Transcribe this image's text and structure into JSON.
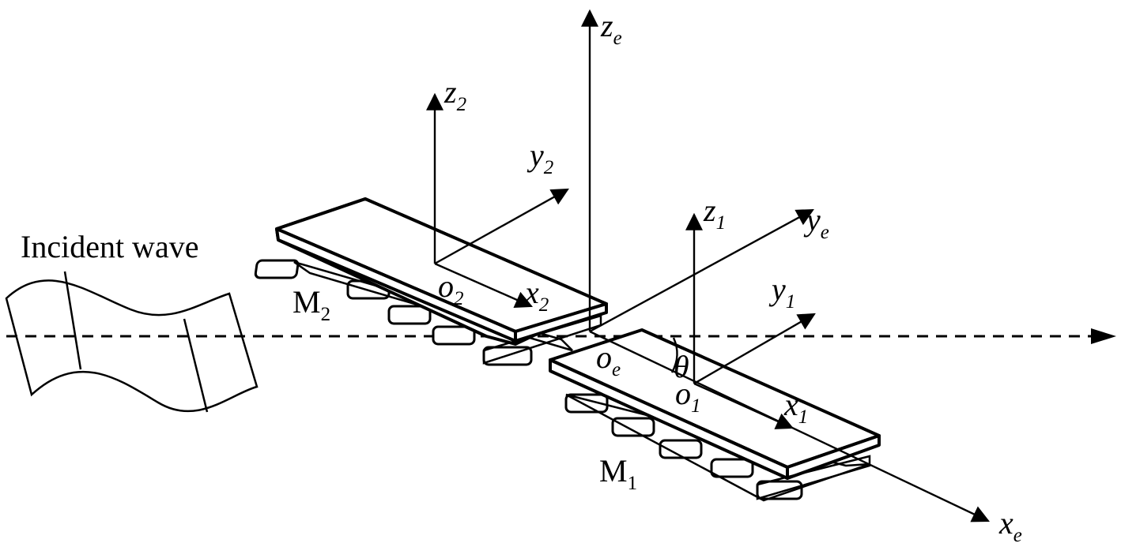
{
  "incident_wave_label": "Incident wave",
  "axes": {
    "ze": {
      "main": "z",
      "sub": "e"
    },
    "ye": {
      "main": "y",
      "sub": "e"
    },
    "xe": {
      "main": "x",
      "sub": "e"
    },
    "oe": {
      "main": "o",
      "sub": "e"
    },
    "z2": {
      "main": "z",
      "sub": "2"
    },
    "y2": {
      "main": "y",
      "sub": "2"
    },
    "x2": {
      "main": "x",
      "sub": "2"
    },
    "o2": {
      "main": "o",
      "sub": "2"
    },
    "z1": {
      "main": "z",
      "sub": "1"
    },
    "y1": {
      "main": "y",
      "sub": "1"
    },
    "x1": {
      "main": "x",
      "sub": "1"
    },
    "o1": {
      "main": "o",
      "sub": "1"
    }
  },
  "modules": {
    "m1": {
      "main": "M",
      "sub": "1"
    },
    "m2": {
      "main": "M",
      "sub": "2"
    }
  },
  "angle_label": "θ"
}
